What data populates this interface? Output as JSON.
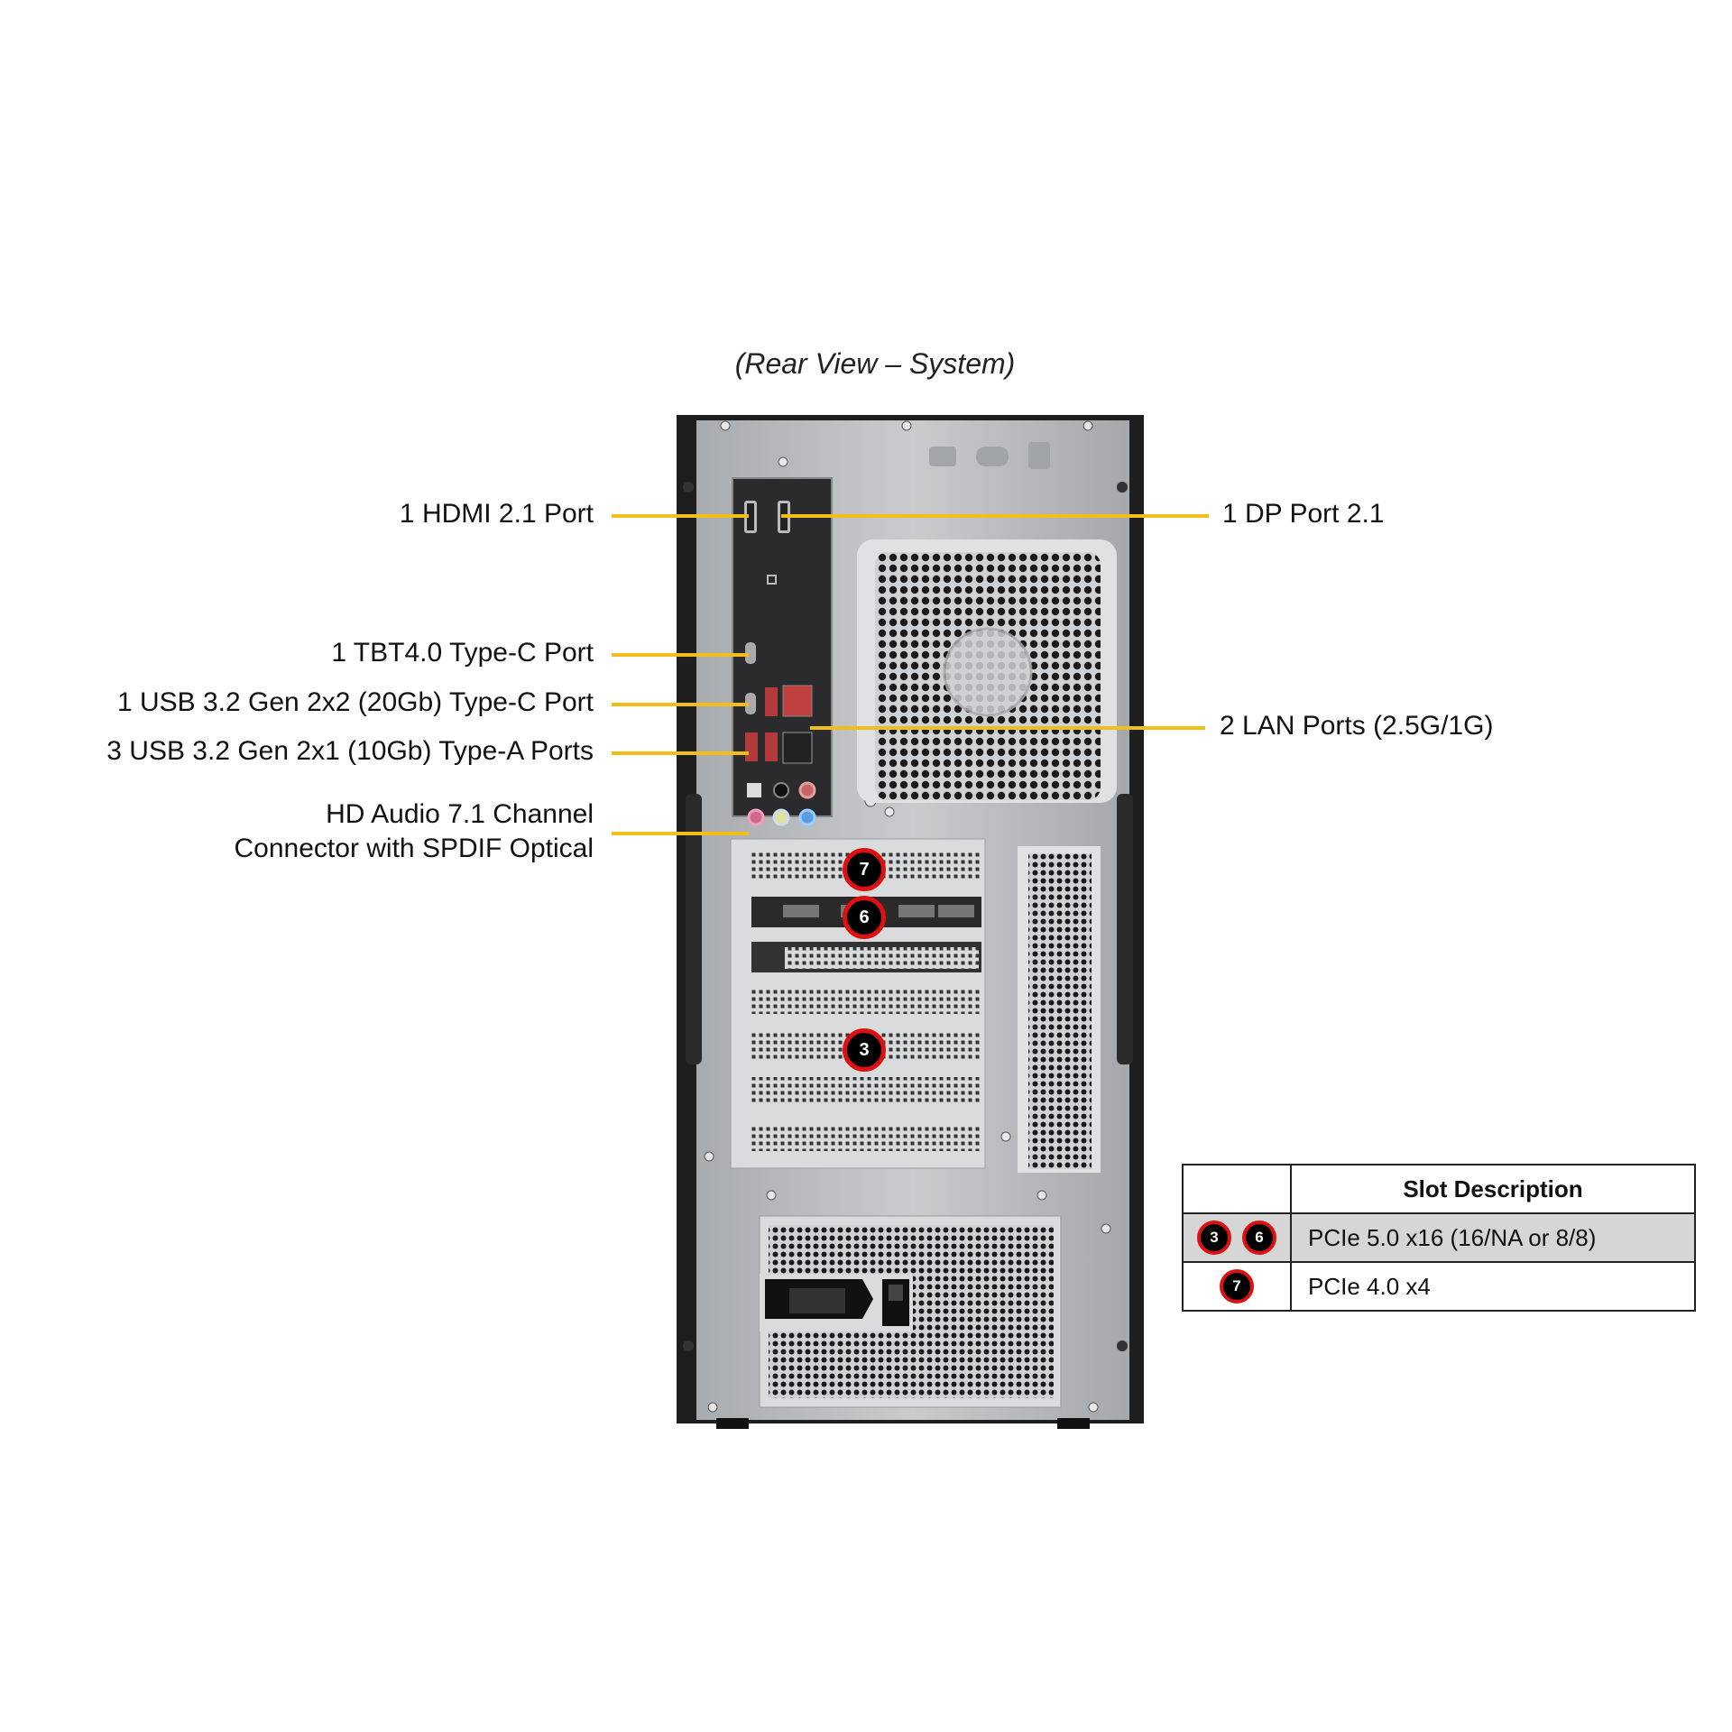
{
  "title": "(Rear View – System)",
  "labels": {
    "hdmi": "1 HDMI 2.1 Port",
    "dp": "1 DP Port 2.1",
    "tbt": "1 TBT4.0 Type-C Port",
    "usb_c": "1 USB 3.2 Gen 2x2 (20Gb) Type-C Port",
    "usb_a": "3 USB 3.2 Gen 2x1 (10Gb) Type-A Ports",
    "lan": "2 LAN Ports (2.5G/1G)",
    "audio_line1": "HD Audio 7.1 Channel",
    "audio_line2": "Connector with SPDIF Optical"
  },
  "slots": {
    "slot7": "7",
    "slot6": "6",
    "slot3": "3"
  },
  "table": {
    "header": "Slot Description",
    "rows": [
      {
        "badges": [
          "3",
          "6"
        ],
        "description": "PCIe 5.0 x16 (16/NA or 8/8)"
      },
      {
        "badges": [
          "7"
        ],
        "description": "PCIe 4.0 x4"
      }
    ]
  },
  "colors": {
    "leader": "#f2bf1a",
    "badge_ring": "#dd1111",
    "chassis": "#1e1e1e",
    "panel": "#b9bcbf"
  }
}
